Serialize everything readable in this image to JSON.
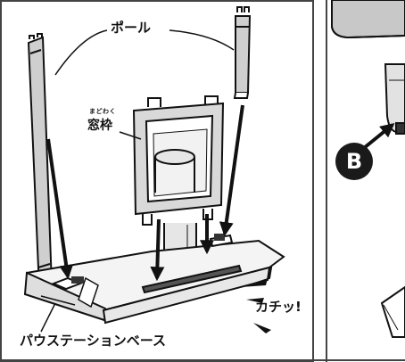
{
  "labels": {
    "pole": "ポール",
    "window_frame_ruby": "まどわく",
    "window_frame": "窓枠",
    "power_station_base": "パウステーションベース",
    "click_sound": "カチッ!",
    "callout_b": "B"
  },
  "colors": {
    "line": "#111111",
    "background": "#ffffff",
    "frame_border": "#444444",
    "callout_fill": "#1a1a1a"
  }
}
